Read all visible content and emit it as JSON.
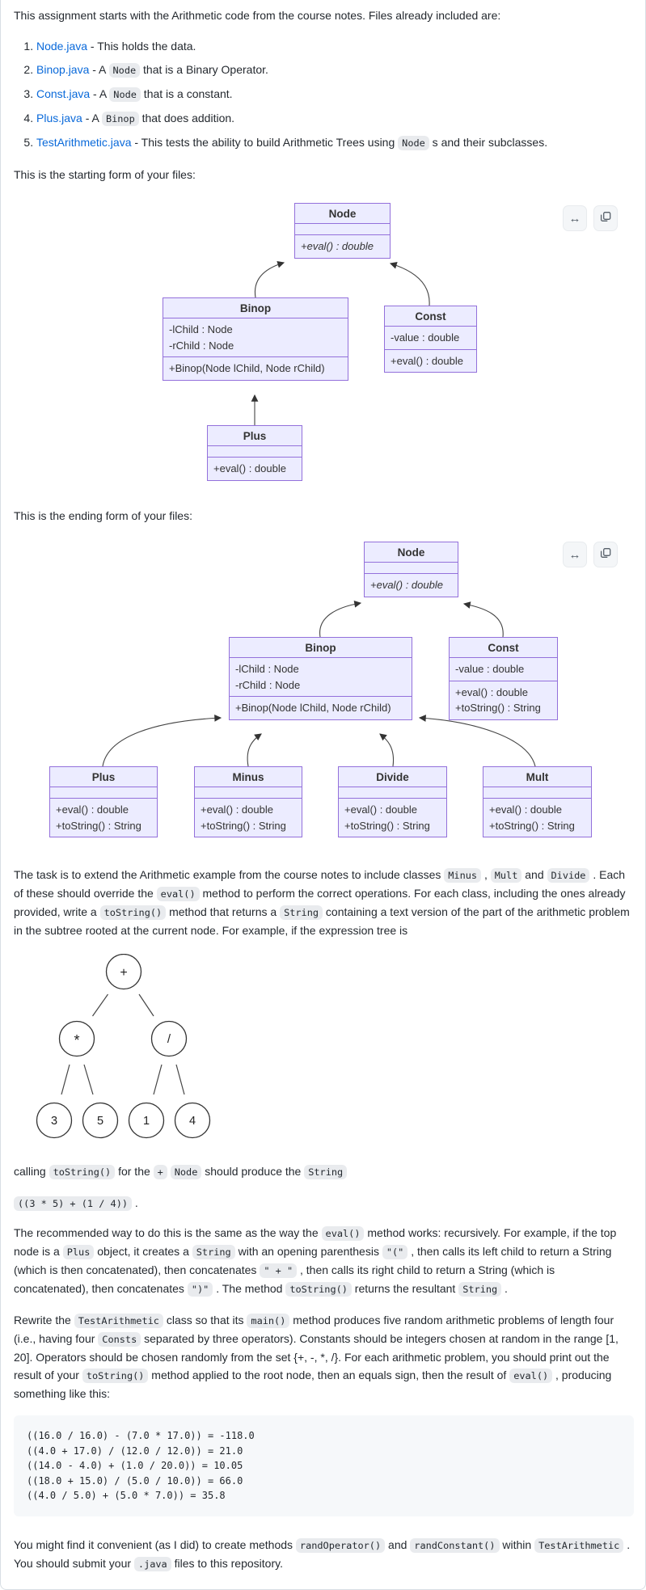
{
  "colors": {
    "link": "#0969da",
    "uml_fill": "#ECECFF",
    "uml_border": "#9370DB",
    "code_block_bg": "#f6f8fa",
    "inline_code_bg": "#eff1f3",
    "arrow": "#333333"
  },
  "icons": {
    "expand_arrows": "↔",
    "copy": "copy-icon"
  },
  "content": {
    "intro": [
      {
        "t": "This assignment starts with the Arithmetic code from the course notes. Files already included are:"
      }
    ],
    "files": [
      [
        {
          "a": "Node.java"
        },
        {
          "t": " - This holds the data."
        }
      ],
      [
        {
          "a": "Binop.java"
        },
        {
          "t": " - A "
        },
        {
          "c": "Node"
        },
        {
          "t": " that is a Binary Operator."
        }
      ],
      [
        {
          "a": "Const.java"
        },
        {
          "t": " - A "
        },
        {
          "c": "Node"
        },
        {
          "t": " that is a constant."
        }
      ],
      [
        {
          "a": "Plus.java"
        },
        {
          "t": " - A "
        },
        {
          "c": "Binop"
        },
        {
          "t": " that does addition."
        }
      ],
      [
        {
          "a": "TestArithmetic.java"
        },
        {
          "t": " - This tests the ability to build Arithmetic Trees using "
        },
        {
          "c": "Node"
        },
        {
          "t": " s and their subclasses."
        }
      ]
    ],
    "starting_label": "This is the starting form of your files:",
    "ending_label": "This is the ending form of your files:",
    "task_para": [
      {
        "t": "The task is to extend the Arithmetic example from the course notes to include classes "
      },
      {
        "c": "Minus"
      },
      {
        "t": " , "
      },
      {
        "c": "Mult"
      },
      {
        "t": " and "
      },
      {
        "c": "Divide"
      },
      {
        "t": " . Each of these should override the "
      },
      {
        "c": "eval()"
      },
      {
        "t": " method to perform the correct operations. For each class, including the ones already provided, write a "
      },
      {
        "c": "toString()"
      },
      {
        "t": " method that returns a "
      },
      {
        "c": "String"
      },
      {
        "t": " containing a text version of the part of the arithmetic problem in the subtree rooted at the current node. For example, if the expression tree is"
      }
    ],
    "calling_para": [
      {
        "t": "calling "
      },
      {
        "c": "toString()"
      },
      {
        "t": " for the "
      },
      {
        "c": "+"
      },
      {
        "t": " "
      },
      {
        "c": "Node"
      },
      {
        "t": " should produce the "
      },
      {
        "c": "String"
      }
    ],
    "result_para": [
      {
        "c": "((3 * 5) + (1 / 4))"
      },
      {
        "t": " ."
      }
    ],
    "recommended_para": [
      {
        "t": "The recommended way to do this is the same as the way the "
      },
      {
        "c": "eval()"
      },
      {
        "t": " method works: recursively. For example, if the top node is a "
      },
      {
        "c": "Plus"
      },
      {
        "t": " object, it creates a "
      },
      {
        "c": "String"
      },
      {
        "t": " with an opening parenthesis "
      },
      {
        "c": "\"(\""
      },
      {
        "t": " , then calls its left child to return a String (which is then concatenated), then concatenates "
      },
      {
        "c": "\" + \""
      },
      {
        "t": " , then calls its right child to return a String (which is concatenated), then concatenates "
      },
      {
        "c": "\")\""
      },
      {
        "t": " . The method "
      },
      {
        "c": "toString()"
      },
      {
        "t": " returns the resultant "
      },
      {
        "c": "String"
      },
      {
        "t": " ."
      }
    ],
    "rewrite_para": [
      {
        "t": "Rewrite the "
      },
      {
        "c": "TestArithmetic"
      },
      {
        "t": " class so that its "
      },
      {
        "c": "main()"
      },
      {
        "t": " method produces five random arithmetic problems of length four (i.e., having four "
      },
      {
        "c": "Consts"
      },
      {
        "t": " separated by three operators). Constants should be integers chosen at random in the range [1, 20]. Operators should be chosen randomly from the set {+, -, *, /}. For each arithmetic problem, you should print out the result of your "
      },
      {
        "c": "toString()"
      },
      {
        "t": " method applied to the root node, then an equals sign, then the result of "
      },
      {
        "c": "eval()"
      },
      {
        "t": " , producing something like this:"
      }
    ],
    "closing_para": [
      {
        "t": "You might find it convenient (as I did) to create methods "
      },
      {
        "c": "randOperator()"
      },
      {
        "t": " and "
      },
      {
        "c": "randConstant()"
      },
      {
        "t": " within "
      },
      {
        "c": "TestArithmetic"
      },
      {
        "t": " . You should submit your "
      },
      {
        "c": ".java"
      },
      {
        "t": " files to this repository."
      }
    ]
  },
  "diagram1": {
    "node": {
      "name": "Node",
      "methods": [
        "+eval() : double"
      ]
    },
    "binop": {
      "name": "Binop",
      "attrs": [
        "-lChild : Node",
        "-rChild : Node"
      ],
      "methods": [
        "+Binop(Node lChild, Node rChild)"
      ]
    },
    "const": {
      "name": "Const",
      "attrs": [
        "-value : double"
      ],
      "methods": [
        "+eval() : double"
      ]
    },
    "plus": {
      "name": "Plus",
      "methods": [
        "+eval() : double"
      ]
    }
  },
  "diagram2": {
    "node": {
      "name": "Node",
      "methods": [
        "+eval() : double"
      ]
    },
    "binop": {
      "name": "Binop",
      "attrs": [
        "-lChild : Node",
        "-rChild : Node"
      ],
      "methods": [
        "+Binop(Node lChild, Node rChild)"
      ]
    },
    "const": {
      "name": "Const",
      "attrs": [
        "-value : double"
      ],
      "methods": [
        "+eval() : double",
        "+toString() : String"
      ]
    },
    "plus": {
      "name": "Plus",
      "methods": [
        "+eval() : double",
        "+toString() : String"
      ]
    },
    "minus": {
      "name": "Minus",
      "methods": [
        "+eval() : double",
        "+toString() : String"
      ]
    },
    "divide": {
      "name": "Divide",
      "methods": [
        "+eval() : double",
        "+toString() : String"
      ]
    },
    "mult": {
      "name": "Mult",
      "methods": [
        "+eval() : double",
        "+toString() : String"
      ]
    }
  },
  "tree": {
    "root": "+",
    "left_op": "*",
    "right_op": "/",
    "leaves": [
      "3",
      "5",
      "1",
      "4"
    ]
  },
  "code_block": {
    "lines": [
      "((16.0 / 16.0) - (7.0 * 17.0)) = -118.0",
      "((4.0 + 17.0) / (12.0 / 12.0)) = 21.0",
      "((14.0 - 4.0) + (1.0 / 20.0)) = 10.05",
      "((18.0 + 15.0) / (5.0 / 10.0)) = 66.0",
      "((4.0 / 5.0) + (5.0 * 7.0)) = 35.8"
    ]
  }
}
